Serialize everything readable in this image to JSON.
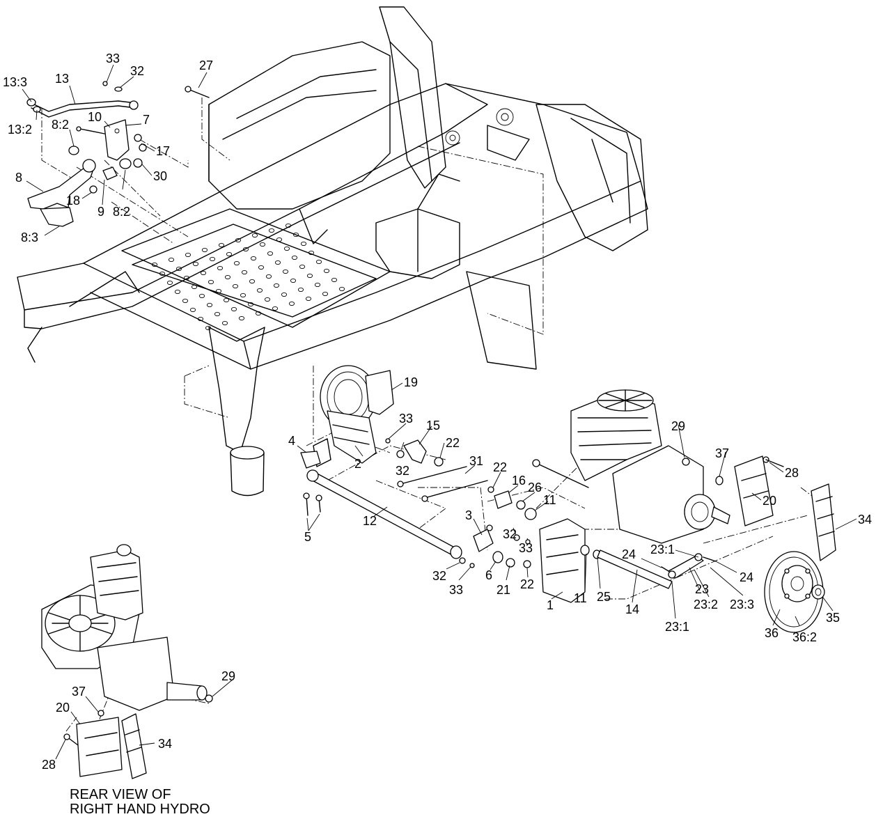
{
  "caption": {
    "line1": "REAR VIEW OF",
    "line2": "RIGHT HAND HYDRO"
  },
  "callouts": [
    {
      "id": "c-13-3",
      "label": "13:3"
    },
    {
      "id": "c-13",
      "label": "13"
    },
    {
      "id": "c-33-top",
      "label": "33"
    },
    {
      "id": "c-32-top",
      "label": "32"
    },
    {
      "id": "c-27",
      "label": "27"
    },
    {
      "id": "c-13-2",
      "label": "13:2"
    },
    {
      "id": "c-10",
      "label": "10"
    },
    {
      "id": "c-7",
      "label": "7"
    },
    {
      "id": "c-8-2-a",
      "label": "8:2"
    },
    {
      "id": "c-17",
      "label": "17"
    },
    {
      "id": "c-30",
      "label": "30"
    },
    {
      "id": "c-8",
      "label": "8"
    },
    {
      "id": "c-18",
      "label": "18"
    },
    {
      "id": "c-9",
      "label": "9"
    },
    {
      "id": "c-8-2-b",
      "label": "8:2"
    },
    {
      "id": "c-8-3",
      "label": "8:3"
    },
    {
      "id": "c-19",
      "label": "19"
    },
    {
      "id": "c-33-mid",
      "label": "33"
    },
    {
      "id": "c-15",
      "label": "15"
    },
    {
      "id": "c-22-a",
      "label": "22"
    },
    {
      "id": "c-4",
      "label": "4"
    },
    {
      "id": "c-2",
      "label": "2"
    },
    {
      "id": "c-32-mid",
      "label": "32"
    },
    {
      "id": "c-31",
      "label": "31"
    },
    {
      "id": "c-22-b",
      "label": "22"
    },
    {
      "id": "c-16",
      "label": "16"
    },
    {
      "id": "c-26",
      "label": "26"
    },
    {
      "id": "c-11-a",
      "label": "11"
    },
    {
      "id": "c-29-right",
      "label": "29"
    },
    {
      "id": "c-37-right",
      "label": "37"
    },
    {
      "id": "c-28-right",
      "label": "28"
    },
    {
      "id": "c-20-right",
      "label": "20"
    },
    {
      "id": "c-34-right",
      "label": "34"
    },
    {
      "id": "c-5",
      "label": "5"
    },
    {
      "id": "c-12",
      "label": "12"
    },
    {
      "id": "c-3",
      "label": "3"
    },
    {
      "id": "c-32-low",
      "label": "32"
    },
    {
      "id": "c-33-low",
      "label": "33"
    },
    {
      "id": "c-32-bottom",
      "label": "32"
    },
    {
      "id": "c-33-bottom",
      "label": "33"
    },
    {
      "id": "c-6",
      "label": "6"
    },
    {
      "id": "c-21",
      "label": "21"
    },
    {
      "id": "c-22-c",
      "label": "22"
    },
    {
      "id": "c-1",
      "label": "1"
    },
    {
      "id": "c-11-b",
      "label": "11"
    },
    {
      "id": "c-25",
      "label": "25"
    },
    {
      "id": "c-14",
      "label": "14"
    },
    {
      "id": "c-24-a",
      "label": "24"
    },
    {
      "id": "c-23-1-a",
      "label": "23:1"
    },
    {
      "id": "c-23",
      "label": "23"
    },
    {
      "id": "c-23-2",
      "label": "23:2"
    },
    {
      "id": "c-23-3",
      "label": "23:3"
    },
    {
      "id": "c-24-b",
      "label": "24"
    },
    {
      "id": "c-23-1-b",
      "label": "23:1"
    },
    {
      "id": "c-36",
      "label": "36"
    },
    {
      "id": "c-36-2",
      "label": "36:2"
    },
    {
      "id": "c-35",
      "label": "35"
    },
    {
      "id": "c-29-rear",
      "label": "29"
    },
    {
      "id": "c-37-rear",
      "label": "37"
    },
    {
      "id": "c-20-rear",
      "label": "20"
    },
    {
      "id": "c-34-rear",
      "label": "34"
    },
    {
      "id": "c-28-rear",
      "label": "28"
    }
  ]
}
